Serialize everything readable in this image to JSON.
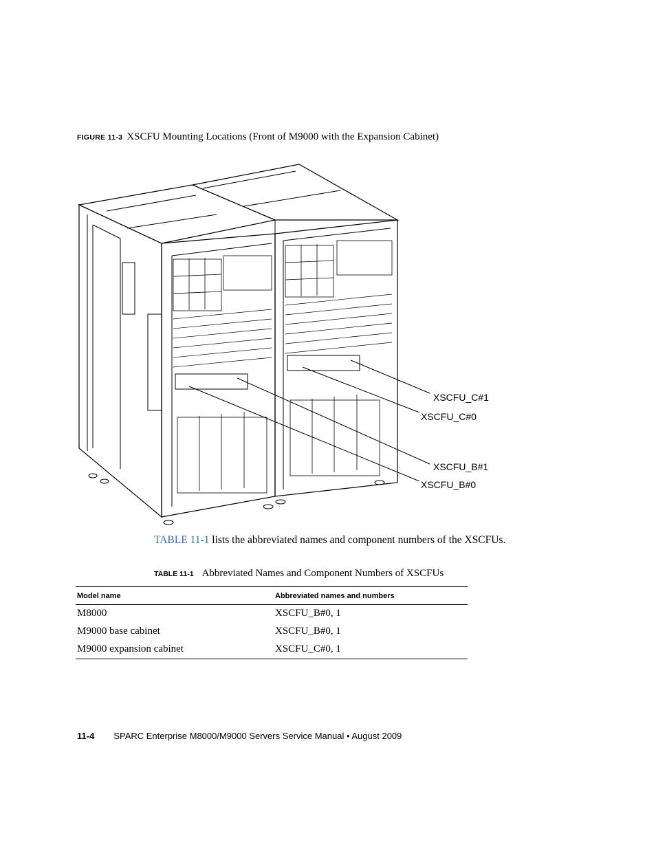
{
  "figure": {
    "label": "FIGURE 11-3",
    "caption": "XSCFU Mounting Locations (Front of M9000 with the Expansion Cabinet)",
    "callouts": [
      "XSCFU_C#1",
      "XSCFU_C#0",
      "XSCFU_B#1",
      "XSCFU_B#0"
    ]
  },
  "body": {
    "xref": "TABLE 11-1",
    "text": " lists the abbreviated names and component numbers of the XSCFUs."
  },
  "table": {
    "label": "TABLE 11-1",
    "caption": "Abbreviated Names and Component Numbers of XSCFUs",
    "headers": [
      "Model name",
      "Abbreviated names and numbers"
    ],
    "rows": [
      [
        "M8000",
        "XSCFU_B#0, 1"
      ],
      [
        "M9000 base cabinet",
        "XSCFU_B#0, 1"
      ],
      [
        "M9000 expansion cabinet",
        "XSCFU_C#0, 1"
      ]
    ]
  },
  "footer": {
    "page_number": "11-4",
    "text": "SPARC Enterprise M8000/M9000 Servers Service Manual  •  August 2009"
  },
  "colors": {
    "link": "#3a6ea8"
  }
}
